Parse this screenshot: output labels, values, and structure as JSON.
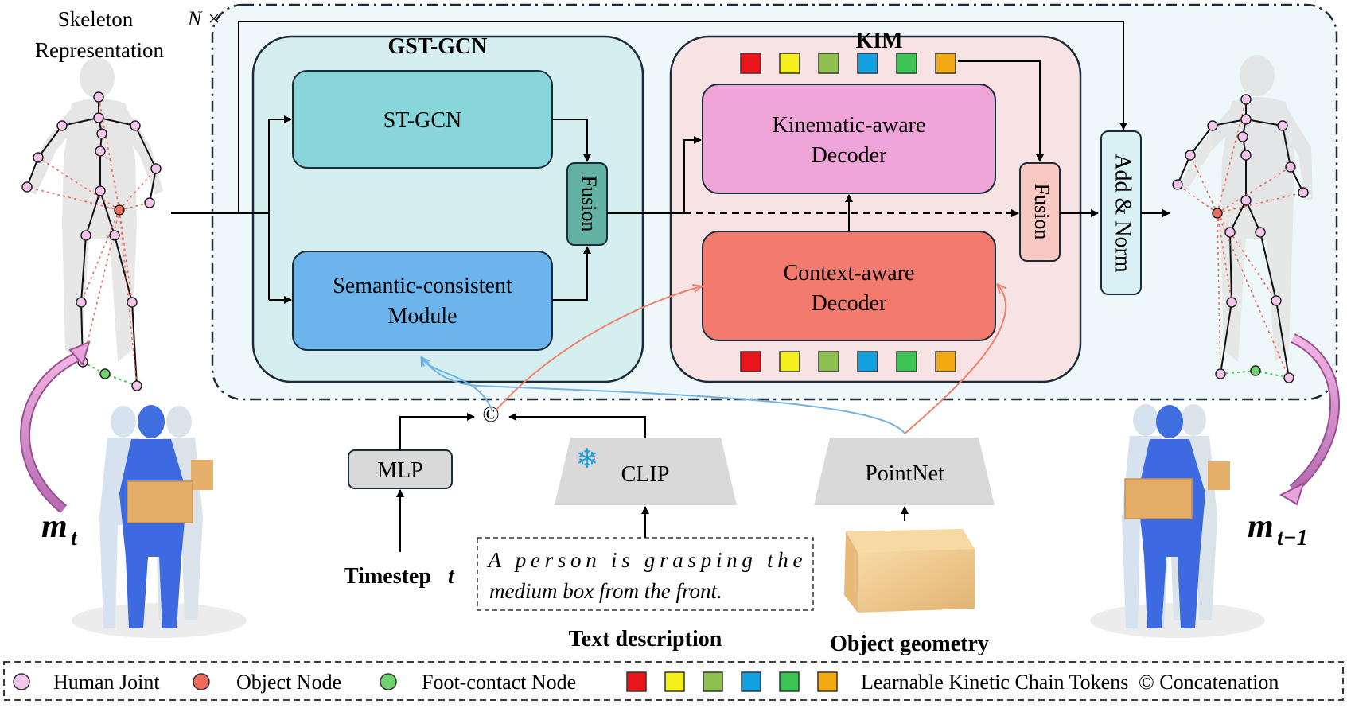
{
  "header": {
    "skeleton_line1": "Skeleton",
    "skeleton_line2": "Representation",
    "repeat_label": "N ×"
  },
  "gst_gcn": {
    "title": "GST-GCN",
    "st_gcn": "ST-GCN",
    "semantic_line1": "Semantic-consistent",
    "semantic_line2": "Module",
    "fusion": "Fusion"
  },
  "kim": {
    "title": "KIM",
    "kinematic_line1": "Kinematic-aware",
    "kinematic_line2": "Decoder",
    "context_line1": "Context-aware",
    "context_line2": "Decoder",
    "fusion": "Fusion"
  },
  "add_norm": "Add & Norm",
  "concat_symbol": "©",
  "inputs": {
    "mlp": "MLP",
    "clip": "CLIP",
    "pointnet": "PointNet",
    "timestep": "Timestep",
    "timestep_var": "t",
    "text_line1": "A person is grasping the",
    "text_line2": "medium box from the front.",
    "text_caption": "Text description",
    "object_caption": "Object geometry"
  },
  "motion_labels": {
    "left_main": "m",
    "left_sub": "t",
    "right_main": "m",
    "right_sub": "t−1"
  },
  "token_colors": [
    "#e8161b",
    "#f5ef1c",
    "#8dc04f",
    "#12a1e0",
    "#3ec454",
    "#f2a912"
  ],
  "legend": {
    "human_joint": "Human Joint",
    "object_node": "Object Node",
    "foot_contact": "Foot-contact Node",
    "tokens": "Learnable Kinetic Chain Tokens",
    "concat": "© Concatenation"
  },
  "colors": {
    "gst_fill": "#d5eef0",
    "kim_fill": "#f7e3e3",
    "st_gcn_fill": "#88d6d9",
    "semantic_fill": "#6cb4ec",
    "fusion_left_fill": "#63b2a4",
    "kinematic_fill": "#f0a5d9",
    "context_fill": "#f27b6e",
    "fusion_right_fill": "#f8c8c2",
    "add_norm_fill": "#d9f0f5",
    "human_joint": "#f2c6ea",
    "object_node": "#ee6c5d",
    "foot_contact": "#6fd36f",
    "blue_arrow": "#72b3e4",
    "red_arrow": "#f0826f",
    "pink_arrow": "#e7a3dc"
  }
}
